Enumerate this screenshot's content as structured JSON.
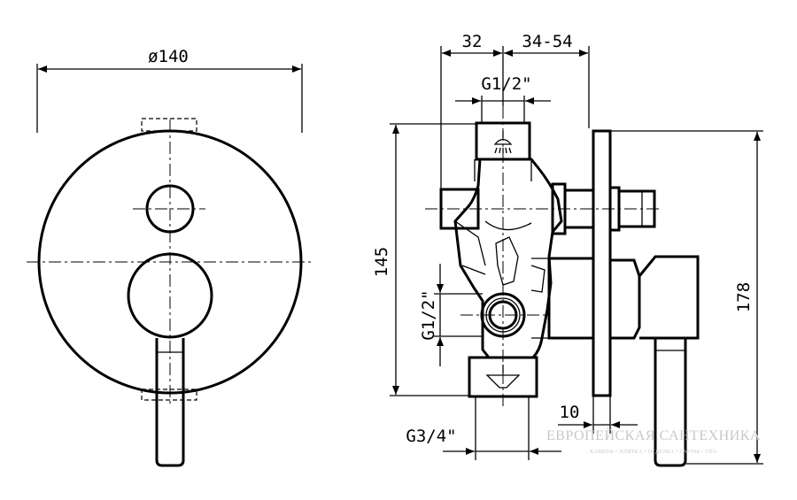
{
  "dimensions": {
    "plate_diameter": "ø140",
    "depth_32": "32",
    "depth_range": "34-54",
    "inlet_top": "G1/2\"",
    "height_145": "145",
    "inlet_side": "G1/2\"",
    "height_178": "178",
    "plate_10": "10",
    "outlet": "G3/4\""
  },
  "watermark": {
    "title": "ЕВРОПЕЙСКАЯ САНТЕХНИКА",
    "subtitle": "КАМЕНЬ • ПЛИТКА • ОТДЕЛКА • САУНЫ • СПА"
  }
}
